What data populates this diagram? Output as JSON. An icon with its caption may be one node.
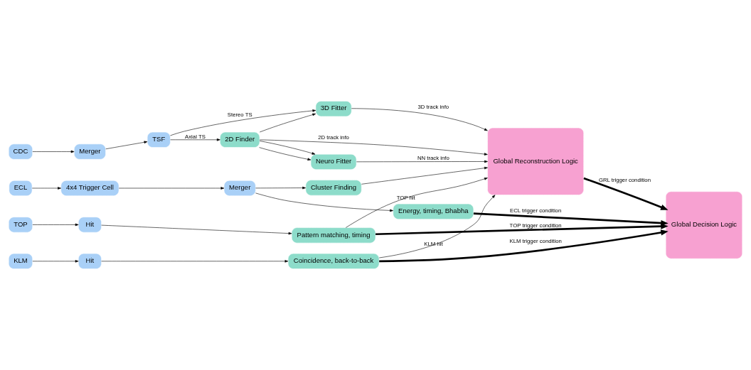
{
  "diagram": {
    "nodes": [
      {
        "text": [
          "CDC"
        ]
      },
      {
        "text": [
          "Merger"
        ]
      },
      {
        "text": [
          "TSF"
        ]
      },
      {
        "text": [
          "2D Finder"
        ]
      },
      {
        "text": [
          "Neuro Fitter"
        ]
      },
      {
        "text": [
          "3D Fitter"
        ]
      },
      {
        "text": [
          "Global Reconstruction Logic"
        ]
      },
      {
        "text": [
          "ECL"
        ]
      },
      {
        "text": [
          "4x4 Trigger Cell"
        ]
      },
      {
        "text": [
          "Merger"
        ]
      },
      {
        "text": [
          "Cluster Finding"
        ]
      },
      {
        "text": [
          "Energy, timing, Bhabha"
        ]
      },
      {
        "text": [
          "TOP"
        ]
      },
      {
        "text": [
          "Hit"
        ]
      },
      {
        "text": [
          "Pattern matching, timing"
        ]
      },
      {
        "text": [
          "KLM"
        ]
      },
      {
        "text": [
          "Hit"
        ]
      },
      {
        "text": [
          "Coincidence, back-to-back"
        ]
      },
      {
        "text": [
          "Global Decision Logic"
        ]
      }
    ],
    "edges": [
      {
        "from": 0,
        "to": 1,
        "arrow": "to"
      },
      {
        "from": 1,
        "to": 2,
        "arrow": "to"
      },
      {
        "from": 2,
        "to": 3,
        "arrow": "to",
        "label": "Axial TS"
      },
      {
        "from": 2,
        "to": 5,
        "arrow": "to",
        "label": "Stereo TS"
      },
      {
        "from": 3,
        "to": 4,
        "arrow": "to"
      },
      {
        "from": 3,
        "to": 5,
        "arrow": "to"
      },
      {
        "from": 3,
        "to": 6,
        "arrow": "to",
        "label": "2D track info"
      },
      {
        "from": 3,
        "to": 4,
        "arrow": "to"
      },
      {
        "from": 4,
        "to": 6,
        "arrow": "to",
        "label": "NN track info"
      },
      {
        "from": 5,
        "to": 6,
        "arrow": "to",
        "label": "3D track info"
      },
      {
        "from": 7,
        "to": 8,
        "arrow": "to"
      },
      {
        "from": 8,
        "to": 9,
        "arrow": "to"
      },
      {
        "from": 9,
        "to": 10,
        "arrow": "to"
      },
      {
        "from": 10,
        "to": 6,
        "arrow": "to"
      },
      {
        "from": 9,
        "to": 11,
        "arrow": "to"
      },
      {
        "from": 11,
        "to": 18,
        "arrow": "to",
        "label": "ECL trigger condition",
        "style": "thick"
      },
      {
        "from": 12,
        "to": 13,
        "arrow": "to"
      },
      {
        "from": 13,
        "to": 14,
        "arrow": "to"
      },
      {
        "from": 14,
        "to": 6,
        "arrow": "to",
        "label": "TOP hit"
      },
      {
        "from": 14,
        "to": 18,
        "arrow": "to",
        "label": "TOP trigger condition",
        "style": "thick"
      },
      {
        "from": 15,
        "to": 16,
        "arrow": "to"
      },
      {
        "from": 16,
        "to": 17,
        "arrow": "to"
      },
      {
        "from": 17,
        "to": 6,
        "arrow": "to",
        "label": "KLM hit"
      },
      {
        "from": 17,
        "to": 18,
        "arrow": "to",
        "label": "KLM trigger condition",
        "style": "thick"
      },
      {
        "from": 6,
        "to": 18,
        "arrow": "to",
        "label": "GRL trigger condition",
        "style": "thick"
      }
    ]
  }
}
